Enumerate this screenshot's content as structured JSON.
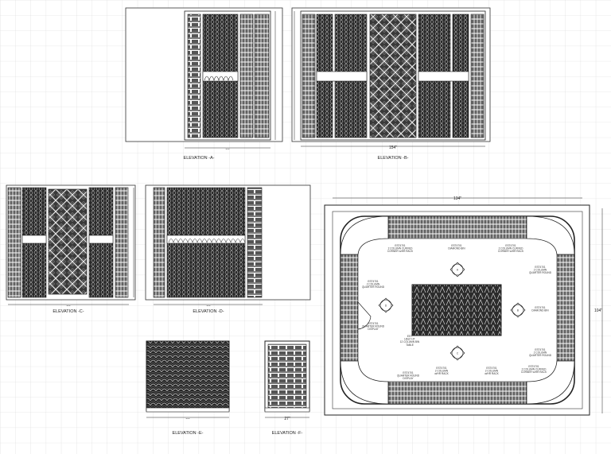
{
  "elevations": {
    "a": {
      "title": "ELEVATION -A-",
      "width_dim": "---",
      "height_dim": "---"
    },
    "b": {
      "title": "ELEVATION -B-",
      "width_dim": "154\"",
      "height_dim": "---"
    },
    "c": {
      "title": "ELEVATION -C-",
      "width_dim": "---",
      "height_dim": "---"
    },
    "d": {
      "title": "ELEVATION -D-",
      "width_dim": "---",
      "height_dim": "---"
    },
    "e": {
      "title": "ELEVATION -E-",
      "width_dim": "---"
    },
    "f": {
      "title": "ELEVATION -F-",
      "width_dim": "27\""
    }
  },
  "plan": {
    "width_dim": "134\"",
    "height_dim": "104\"",
    "markers": [
      {
        "letter": "A"
      },
      {
        "letter": "B"
      },
      {
        "letter": "C"
      },
      {
        "letter": "D"
      }
    ],
    "notes": [
      {
        "lines": [
          "EST4701",
          "2 COLUMN CURVED",
          "CORNER w/HR RACK"
        ]
      },
      {
        "lines": [
          "EST4701",
          "2 COLUMN",
          "QUARTER ROUND"
        ]
      },
      {
        "lines": [
          "EST4701",
          "DIAMOND BIN"
        ]
      },
      {
        "lines": [
          "EST4701",
          "2 COLUMN CURVED",
          "CORNER w/HR RACK"
        ]
      },
      {
        "lines": [
          "EST4701",
          "2 COLUMN",
          "QUARTER ROUND"
        ]
      },
      {
        "lines": [
          "EST4701",
          "DIAMOND BIN"
        ]
      },
      {
        "lines": [
          "EST4701",
          "QUARTER ROUND",
          "DISPLAY"
        ]
      },
      {
        "lines": [
          "EST",
          "HALF HT",
          "12 COLUMN BIN",
          "TABLE"
        ]
      },
      {
        "lines": [
          "EST4701",
          "2 COLUMN",
          "QUARTER ROUND"
        ]
      },
      {
        "lines": [
          "EST4701",
          "QUARTER ROUND",
          "DISPLAY"
        ]
      },
      {
        "lines": [
          "EST4701",
          "2 COLUMN",
          "w/HR RACK"
        ]
      },
      {
        "lines": [
          "EST4701",
          "2 COLUMN",
          "w/HR RACK"
        ]
      },
      {
        "lines": [
          "EST4701",
          "2 COLUMN CURVED",
          "CORNER w/HR RACK"
        ]
      }
    ]
  }
}
